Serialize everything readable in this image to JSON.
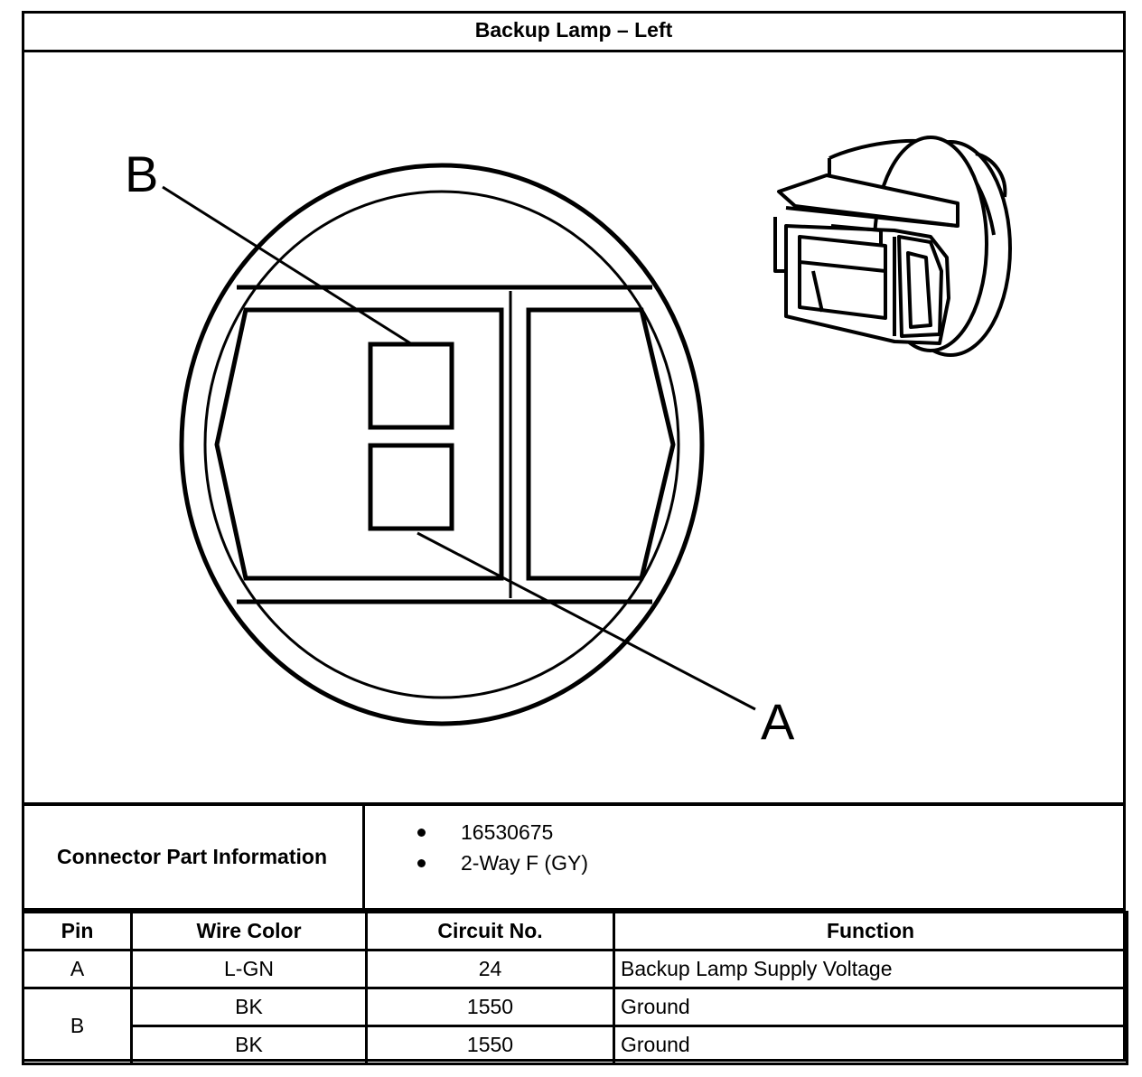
{
  "title": "Backup Lamp – Left",
  "diagram": {
    "callouts": [
      "B",
      "A"
    ]
  },
  "connector_part_information": {
    "label": "Connector Part Information",
    "items": [
      "16530675",
      "2-Way F (GY)"
    ]
  },
  "pin_table": {
    "headers": [
      "Pin",
      "Wire Color",
      "Circuit No.",
      "Function"
    ],
    "rows": [
      {
        "pin": "A",
        "wire_color": "L-GN",
        "circuit": "24",
        "function": "Backup Lamp Supply Voltage"
      },
      {
        "pin": "B",
        "wire_color": "BK",
        "circuit": "1550",
        "function": "Ground"
      },
      {
        "pin": "",
        "wire_color": "BK",
        "circuit": "1550",
        "function": "Ground"
      }
    ]
  }
}
